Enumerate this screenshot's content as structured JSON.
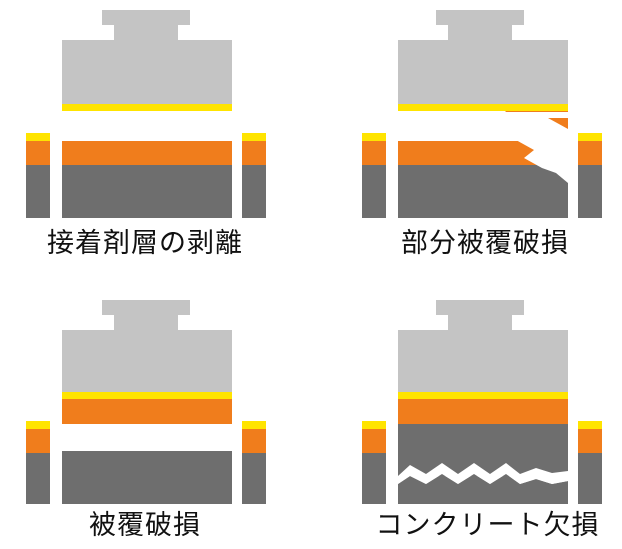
{
  "panels": [
    {
      "caption": "接着剤層の剥離"
    },
    {
      "caption": "部分被覆破損"
    },
    {
      "caption": "被覆破損"
    },
    {
      "caption": "コンクリート欠損"
    }
  ],
  "colors": {
    "body": "#c4c4c4",
    "concrete": "#6e6e6e",
    "coating": "#f07d1c",
    "adhesive": "#ffe400",
    "background": "#ffffff"
  }
}
